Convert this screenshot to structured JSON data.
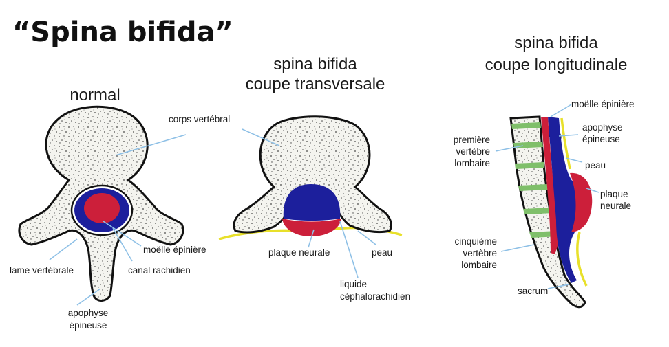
{
  "title": "“Spina bifida”",
  "panels": {
    "normal": {
      "heading": "normal",
      "labels": {
        "corps": "corps vertébral",
        "moelle": "moëlle épinière",
        "lame": "lame vertébrale",
        "canal": "canal rachidien",
        "apophyse_1": "apophyse",
        "apophyse_2": "épineuse"
      }
    },
    "transversale": {
      "heading_1": "spina bifida",
      "heading_2": "coupe transversale",
      "labels": {
        "plaque": "plaque neurale",
        "peau": "peau",
        "liquide_1": "liquide",
        "liquide_2": "céphalorachidien"
      }
    },
    "longitudinale": {
      "heading_1": "spina bifida",
      "heading_2": "coupe longitudinale",
      "labels": {
        "moelle": "moëlle épinière",
        "apophyse_1": "apophyse",
        "apophyse_2": "épineuse",
        "peau": "peau",
        "plaque_1": "plaque",
        "plaque_2": "neurale",
        "premiere_1": "première",
        "premiere_2": "vertèbre",
        "premiere_3": "lombaire",
        "cinquieme_1": "cinquième",
        "cinquieme_2": "vertèbre",
        "cinquieme_3": "lombaire",
        "sacrum": "sacrum"
      }
    }
  },
  "colors": {
    "spinal_cord": "#cc1f3a",
    "meninges": "#1c1f9c",
    "skin": "#e8e02a",
    "disc": "#7fbf6a",
    "leader": "#8ec0e6"
  }
}
